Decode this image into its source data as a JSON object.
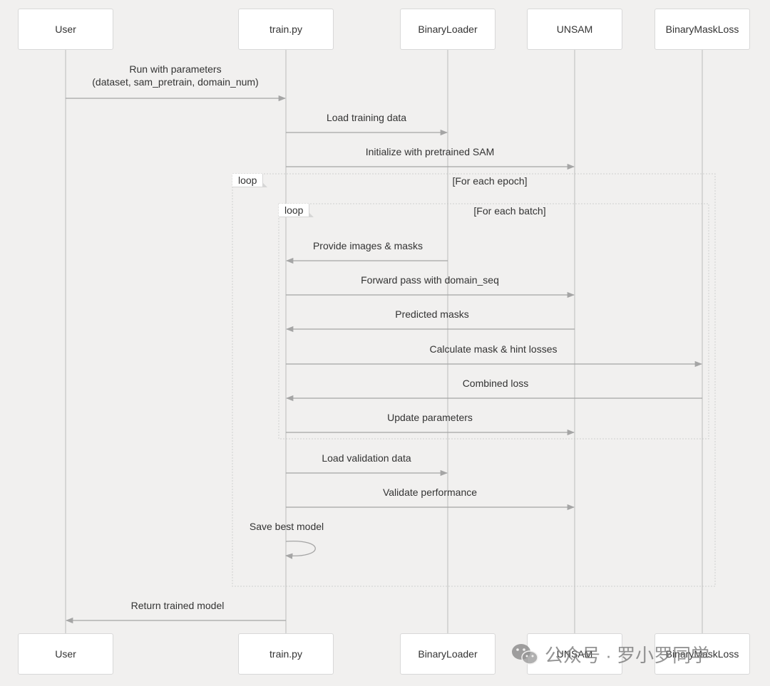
{
  "actors": [
    {
      "id": "user",
      "label": "User"
    },
    {
      "id": "train",
      "label": "train.py"
    },
    {
      "id": "loader",
      "label": "BinaryLoader"
    },
    {
      "id": "unsam",
      "label": "UNSAM"
    },
    {
      "id": "loss",
      "label": "BinaryMaskLoss"
    }
  ],
  "messages": [
    {
      "from": "user",
      "to": "train",
      "label": "Run with parameters\n(dataset, sam_pretrain, domain_num)"
    },
    {
      "from": "train",
      "to": "loader",
      "label": "Load training data"
    },
    {
      "from": "train",
      "to": "unsam",
      "label": "Initialize with pretrained SAM"
    },
    {
      "from": "loader",
      "to": "train",
      "label": "Provide images & masks"
    },
    {
      "from": "train",
      "to": "unsam",
      "label": "Forward pass with domain_seq"
    },
    {
      "from": "unsam",
      "to": "train",
      "label": "Predicted masks"
    },
    {
      "from": "train",
      "to": "loss",
      "label": "Calculate mask & hint losses"
    },
    {
      "from": "loss",
      "to": "train",
      "label": "Combined loss"
    },
    {
      "from": "train",
      "to": "unsam",
      "label": "Update parameters"
    },
    {
      "from": "train",
      "to": "loader",
      "label": "Load validation data"
    },
    {
      "from": "train",
      "to": "unsam",
      "label": "Validate performance"
    },
    {
      "from": "train",
      "to": "train",
      "label": "Save best model"
    },
    {
      "from": "train",
      "to": "user",
      "label": "Return trained model"
    }
  ],
  "loops": [
    {
      "tag": "loop",
      "condition": "[For each epoch]"
    },
    {
      "tag": "loop",
      "condition": "[For each batch]"
    }
  ],
  "watermark": {
    "text": "公众号 · 罗小罗同学",
    "icon": "wechat-icon"
  },
  "colors": {
    "background": "#f1f0ef",
    "line": "#a5a5a5",
    "box_border": "#d8d8d8",
    "text": "#333333"
  }
}
